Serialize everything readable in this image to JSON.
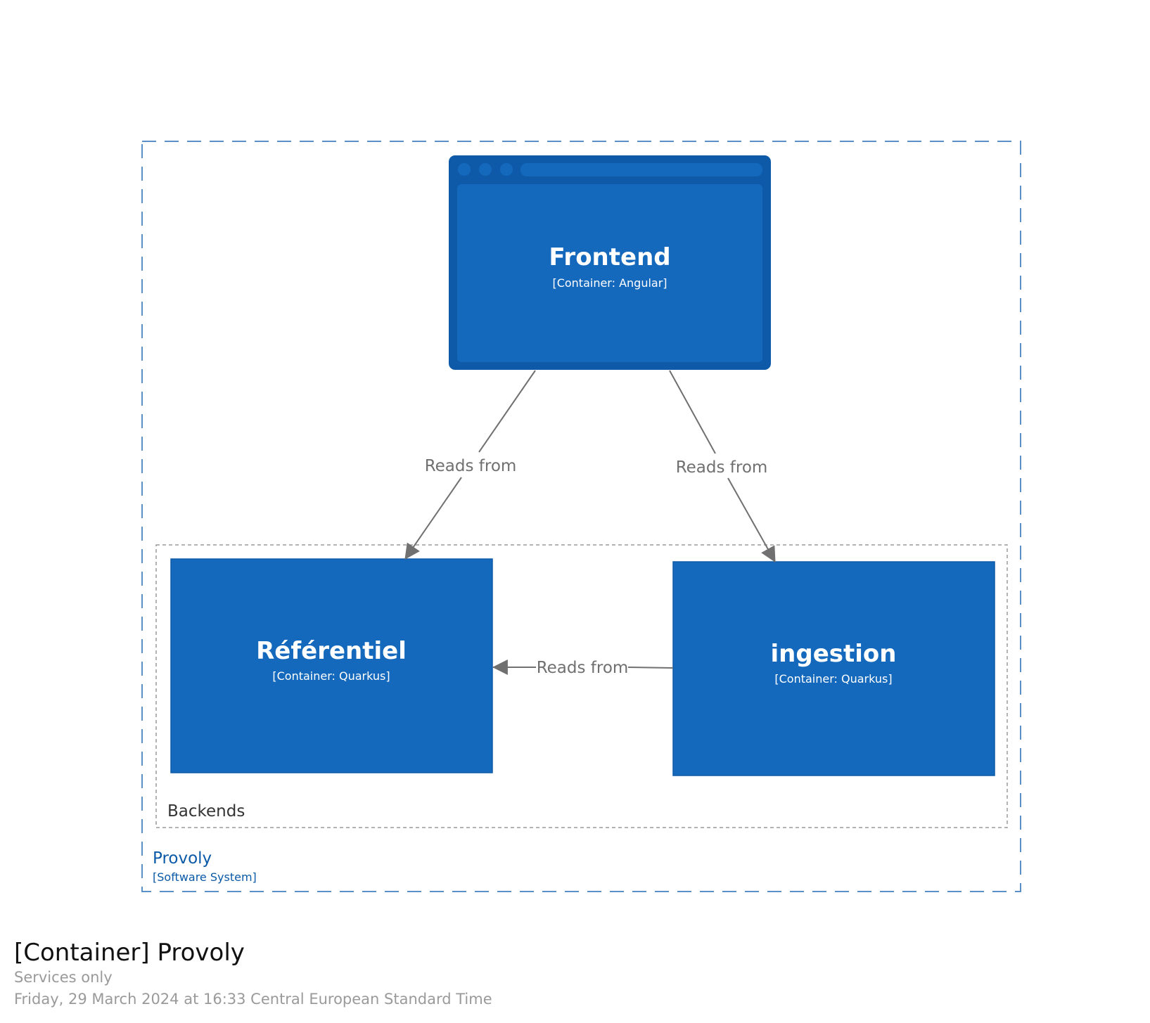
{
  "diagram": {
    "software_system": {
      "name": "Provoly",
      "type": "[Software System]"
    },
    "group": {
      "name": "Backends"
    },
    "containers": [
      {
        "id": "frontend",
        "name": "Frontend",
        "technology": "[Container: Angular]",
        "shape": "web-browser"
      },
      {
        "id": "referentiel",
        "name": "Référentiel",
        "technology": "[Container: Quarkus]",
        "shape": "box"
      },
      {
        "id": "ingestion",
        "name": "ingestion",
        "technology": "[Container: Quarkus]",
        "shape": "box"
      }
    ],
    "relationships": [
      {
        "from": "Frontend",
        "to": "Référentiel",
        "label": "Reads from"
      },
      {
        "from": "Frontend",
        "to": "ingestion",
        "label": "Reads from"
      },
      {
        "from": "ingestion",
        "to": "Référentiel",
        "label": "Reads from"
      }
    ],
    "colors": {
      "container_fill": "#1469bd",
      "browser_frame": "#0f5aa8",
      "boundary_stroke": "#5b8fc8",
      "group_stroke": "#9a9a9a",
      "edge_color": "#707070"
    }
  },
  "footer": {
    "title": "[Container] Provoly",
    "description": "Services only",
    "timestamp": "Friday, 29 March 2024 at 16:33 Central European Standard Time"
  }
}
